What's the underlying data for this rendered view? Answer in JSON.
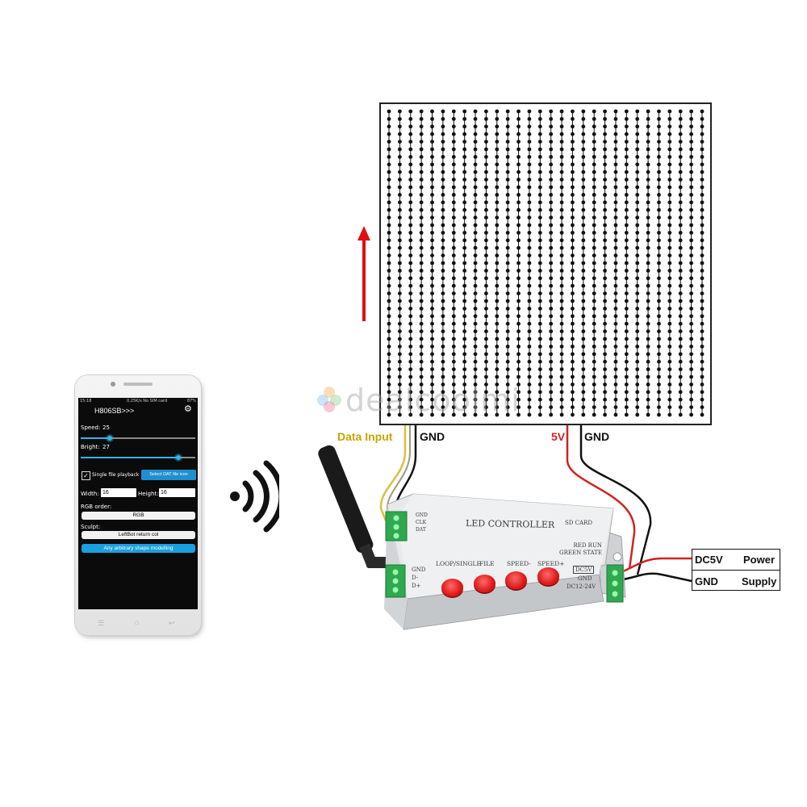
{
  "phone": {
    "status": {
      "time": "15:18",
      "info": "0.25K/s  No SIM card",
      "battery": "87%"
    },
    "app_title": "H806SB>>>",
    "speed_label": "Speed:",
    "speed_value": "25",
    "speed_level": 0.25,
    "bright_label": "Bright:",
    "bright_value": "27",
    "bright_level": 0.85,
    "single_file_label": "Single file playback",
    "single_file_checked": true,
    "select_dat_button": "Select DAT file icon",
    "width_label": "Width:",
    "width_value": "16",
    "height_label": "Height:",
    "height_value": "16",
    "rgb_order_label": "RGB order:",
    "rgb_value": "RGB",
    "sculpt_label": "Sculpt:",
    "sculpt_value": "LeftBot return col",
    "shape_button": "Any arbitrary shape modelling"
  },
  "panel": {
    "rows": 41,
    "cols": 30
  },
  "watermark": "dealcoolmi",
  "labels": {
    "data_input": "Data Input",
    "gnd_left": "GND",
    "v5": "5V",
    "gnd_right": "GND"
  },
  "controller": {
    "title": "LED CONTROLLER",
    "sd_card": "SD CARD",
    "in_terms": [
      "GND",
      "CLK",
      "DAT"
    ],
    "out_terms": [
      "GND",
      "D-",
      "D+"
    ],
    "led_row1": "RED  RUN",
    "led_row2": "GREEN STATE",
    "buttons": [
      "LOOP/SINGLE",
      "FILE",
      "SPEED-",
      "SPEED+"
    ],
    "dc5v": "DC5V",
    "gnd": "GND",
    "dc12": "DC12-24V"
  },
  "power": {
    "dc5v": "DC5V",
    "gnd": "GND",
    "label_top": "Power",
    "label_bottom": "Supply"
  },
  "colors": {
    "data_wire": "#c8a400",
    "power_wire": "#d42020",
    "gnd_wire": "#111111",
    "arrow": "#e01010",
    "accent": "#33b5e5"
  }
}
